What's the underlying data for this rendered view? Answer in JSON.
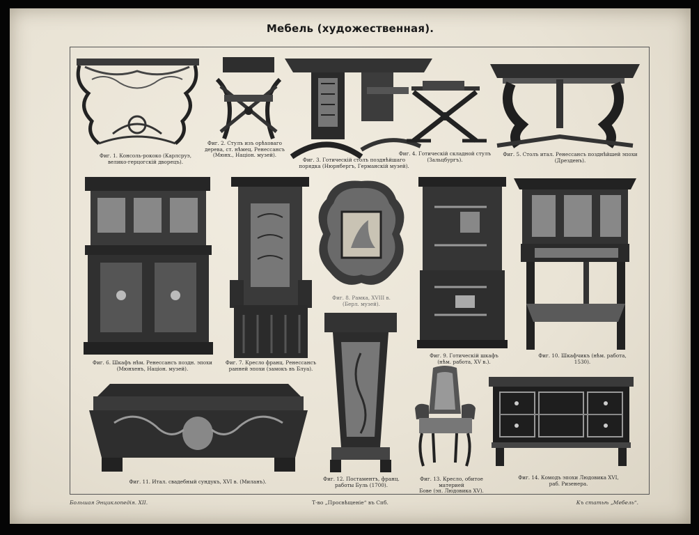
{
  "title": "Мебель (художественная).",
  "figures": [
    {
      "caption": "Фиг. 1. Консоль-рококо (Карлсруэ,\nвелико-герцогскій дворецъ)."
    },
    {
      "caption": "Фиг. 2. Стулъ изъ орѣховаго\nдерева, ст. нѣмец. Ренессансъ\n(Мюнх., Націон. музей)."
    },
    {
      "caption": "Фиг. 3. Готическій столъ позднѣйшаго\nпорядка (Нюрнбергъ, Германскій музей)."
    },
    {
      "caption": "Фиг. 4. Готическій складной стулъ\n(Зальцбургъ)."
    },
    {
      "caption": "Фиг. 5. Столъ итал. Ренессансъ позднѣйшей эпохи\n(Дрезденъ)."
    },
    {
      "caption": "Фиг. 6. Шкафъ нѣм. Ренессансъ поздн. эпохи\n(Мюнхенъ, Націон. музей)."
    },
    {
      "caption": "Фиг. 7. Кресло франц. Ренессансъ\nранней эпохи (замокъ въ Блуа)."
    },
    {
      "caption": "Фиг. 8. Рамка, XVIII в.\n(Берл. музей)."
    },
    {
      "caption": "Фиг. 9. Готическій шкафъ\n(нѣм. работа, XV в.)."
    },
    {
      "caption": "Фиг. 10. Шкафчикъ (нѣм. работа,\n1530)."
    },
    {
      "caption": "Фиг. 11. Итал. свадебный сундукъ, XVI в. (Миланъ)."
    },
    {
      "caption": "Фиг. 12. Постаментъ, франц.\nработы Буль (1700)."
    },
    {
      "caption": "Фиг. 13. Кресло, обитое материей\nБове (эп. Людовика XV)."
    },
    {
      "caption": "Фиг. 14. Комодъ эпохи Людовика XVI,\nраб. Ризенера."
    }
  ],
  "footer": {
    "left": "Большая Энциклопедія. XII.",
    "center": "Т-во „Просвѣщеніе“ въ Спб.",
    "right": "Къ статьѣ „Мебель“."
  }
}
